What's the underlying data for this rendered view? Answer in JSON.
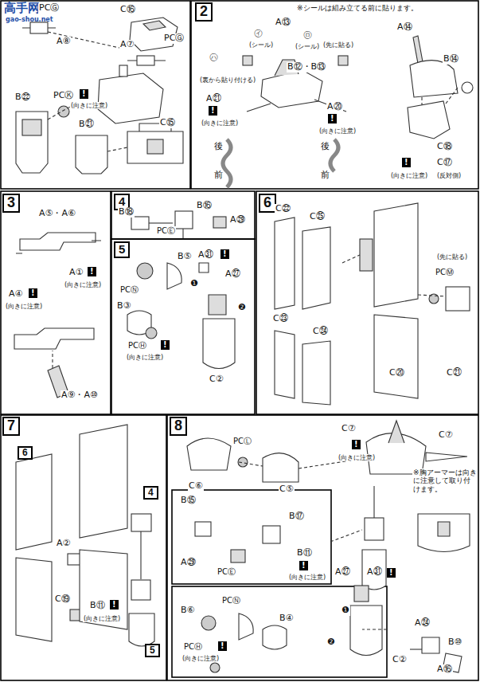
{
  "diagram": {
    "labels": [
      "高手网",
      "gao-shou.net",
      "PCⒼ",
      "A⑧",
      "C⑯",
      "A⑦",
      "PCⒼ",
      "B㉒",
      "PCⓀ",
      "!",
      "(向きに注意)",
      "B㉑",
      "C⑮",
      "2",
      "※シールは組み立てる前に貼ります。",
      "A⑬",
      "㋑",
      "(シール)",
      "㋺",
      "(シール)",
      "(先に貼る)",
      "㋩",
      "(裏から貼り付ける)",
      "B⑫・B⑬",
      "A㉑",
      "!",
      "(向きに注意)",
      "A⑳",
      "!",
      "(向きに注意)",
      "後",
      "前",
      "後",
      "前",
      "A⑭",
      "B⑭",
      "C⑱",
      "!",
      "C⑰",
      "(向きに注意)",
      "(反対側)",
      "3",
      "A⑤・A⑥",
      "A④",
      "!",
      "(向きに注意)",
      "A①",
      "!",
      "(向きに注意)",
      "A⑨・A⑩",
      "4",
      "B⑱",
      "B⑯",
      "A㉙",
      "PCⒺ",
      "5",
      "B⑤",
      "PCⓃ",
      "B③",
      "PCⒽ",
      "!",
      "(向きに注意)",
      "A㉛",
      "!",
      "A㉗",
      "❶",
      "❷",
      "C②",
      "6",
      "C㉒",
      "C㉕",
      "C㉓",
      "C㉔",
      "(先に貼る)",
      "PCⓂ",
      "C⑳",
      "C㉑",
      "7",
      "6",
      "A②",
      "C⑲",
      "4",
      "B⑪",
      "!",
      "(向きに注意)",
      "5",
      "8",
      "C⑥",
      "PCⓁ",
      "C⑤",
      "C⑦",
      "!",
      "(向きに注意)",
      "C⑦",
      "※胸アーマーは向きに注意して取り付けます。",
      "B⑮",
      "B⑰",
      "A㉙",
      "PCⒺ",
      "B⑪",
      "!",
      "(向きに注意)",
      "B⑥",
      "PCⓃ",
      "B④",
      "A㉗",
      "A㉛",
      "!",
      "❶",
      "❷",
      "PCⒽ",
      "!",
      "(向きに注意)",
      "C②",
      "A㉔",
      "B⑩",
      "A⑯"
    ]
  }
}
